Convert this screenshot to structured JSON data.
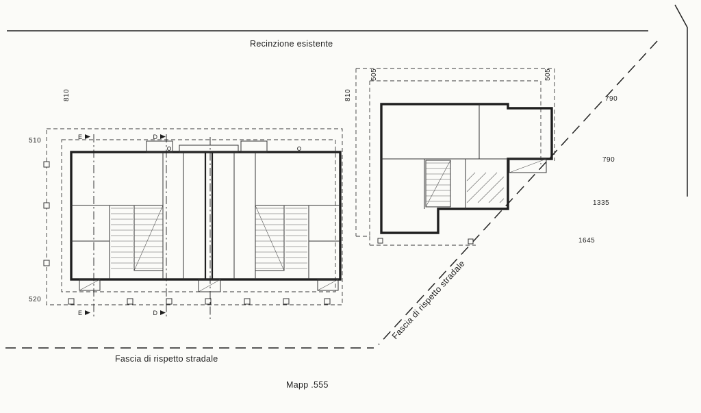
{
  "labels": {
    "fence_top": "Recinzione esistente",
    "road_strip_diagonal": "Fascia di rispetto stradale",
    "road_strip_bottom": "Fascia di rispetto stradale",
    "map_parcel": "Mapp .555"
  },
  "dimensions": {
    "left_vert_810": "810",
    "center_vert_810": "810",
    "right_bldg_505_left": "505",
    "right_bldg_505_right": "505",
    "left_510": "510",
    "left_520": "520",
    "right_790_upper": "790",
    "right_790_lower": "790",
    "right_1335": "1335",
    "right_1645": "1645"
  },
  "section_markers": {
    "e": "E",
    "d": "D"
  },
  "colors": {
    "ink": "#1f1f1f",
    "paper": "#fbfbf8"
  }
}
